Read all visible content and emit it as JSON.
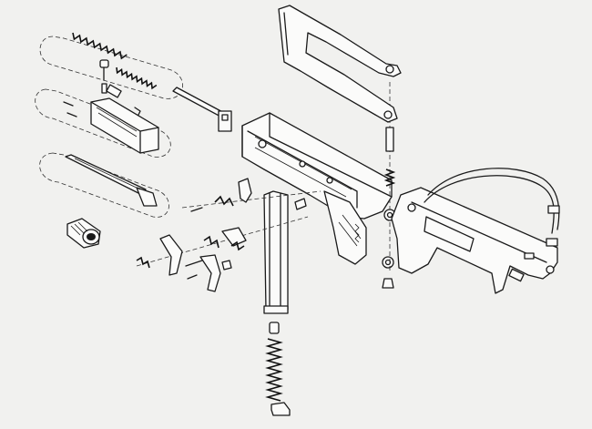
{
  "figure": {
    "kind": "exploded-parts-line-drawing",
    "colors": {
      "background": "#f1f1ef",
      "ink": "#1a1a1a",
      "part_fill": "#fbfbfa"
    },
    "parts": [
      "recoil-spring",
      "buffer-pin",
      "firing-pin-spring",
      "bolt",
      "actuator-rod",
      "ejector",
      "barrel",
      "compensator",
      "receiver",
      "buttstock",
      "sling",
      "magazine",
      "magazine-spring",
      "magazine-follower",
      "trigger-mechanism",
      "grip-screws"
    ]
  }
}
